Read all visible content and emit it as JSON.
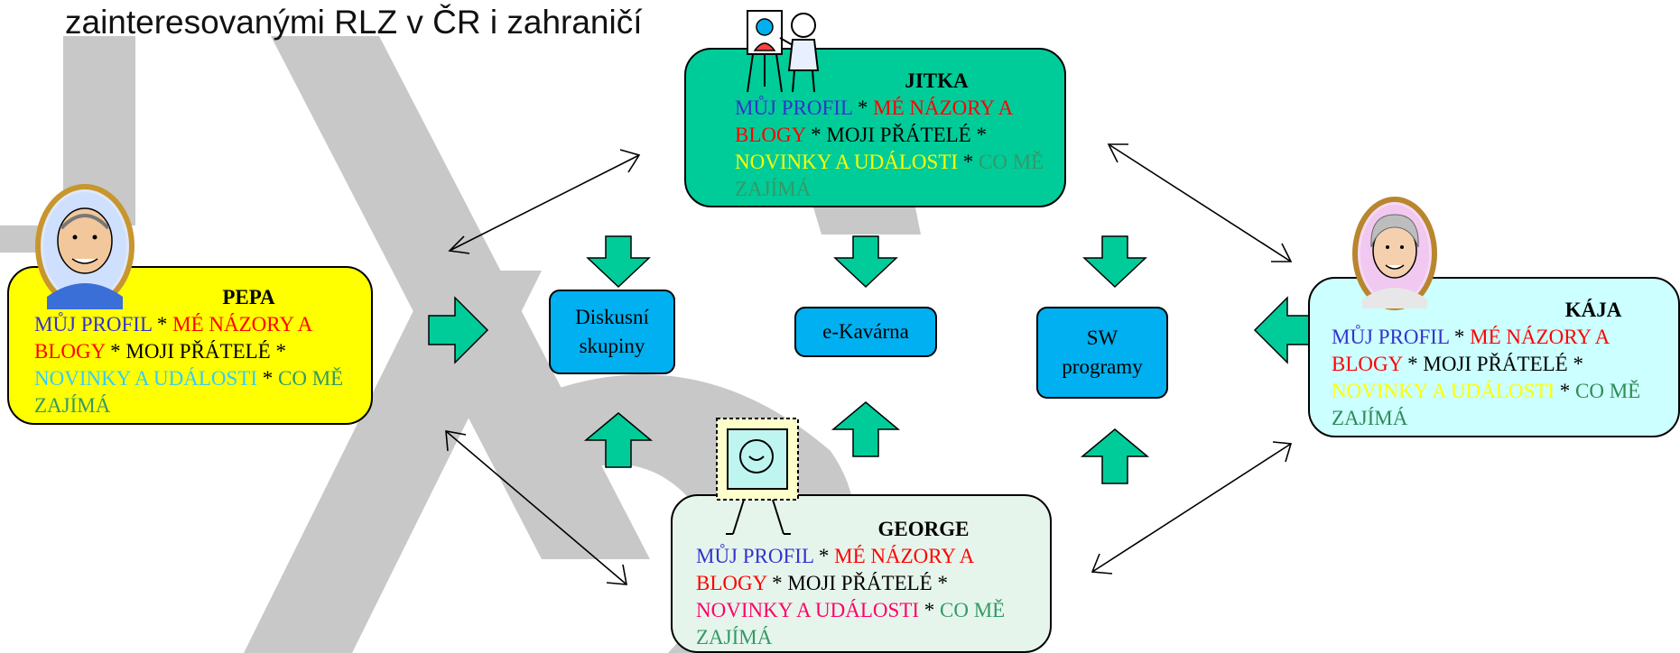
{
  "header": {
    "line1": "zainteresovanými RLZ v ČR i zahraničí"
  },
  "hubs": {
    "diskusni": [
      "Diskusní",
      "skupiny"
    ],
    "kavarna": "e-Kavárna",
    "sw": [
      "SW",
      "programy"
    ]
  },
  "profiles": {
    "jitka": {
      "name": "JITKA",
      "segments": [
        "MŮJ PROFIL",
        " * ",
        "MÉ NÁZORY A BLOGY",
        " * MOJI PŘÁTELÉ * ",
        "NOVINKY A UDÁLOSTI",
        " * ",
        "CO MĚ ZAJÍMÁ"
      ]
    },
    "pepa": {
      "name": "PEPA",
      "segments": [
        "MŮJ PROFIL",
        " * ",
        "MÉ NÁZORY A BLOGY",
        " * MOJI PŘÁTELÉ * ",
        "NOVINKY A UDÁLOSTI",
        " * ",
        "CO MĚ ZAJÍMÁ"
      ]
    },
    "kaja": {
      "name": "KÁJA",
      "segments": [
        "MŮJ PROFIL",
        " * ",
        "MÉ NÁZORY A BLOGY",
        " * MOJI PŘÁTELÉ * ",
        "NOVINKY A UDÁLOSTI",
        " * ",
        "CO MĚ ZAJÍMÁ"
      ]
    },
    "george": {
      "name": "GEORGE",
      "segments": [
        "MŮJ PROFIL",
        " * ",
        "MÉ NÁZORY A BLOGY",
        " * MOJI PŘÁTELÉ * ",
        "NOVINKY A UDÁLOSTI",
        " * ",
        "CO MĚ ZAJÍMÁ"
      ]
    }
  },
  "colors": {
    "jitka_box": "#00cc99",
    "pepa_box": "#ffff00",
    "kaja_box": "#ccffff",
    "george_box": "#e6f5ec",
    "hub_fill": "#00b0f0",
    "arrow_fill": "#00cc99",
    "watermark": "#c8c8c8"
  },
  "icons": [
    "painter-easel-icon",
    "old-man-portrait-icon",
    "old-woman-portrait-icon",
    "framed-picture-icon"
  ]
}
